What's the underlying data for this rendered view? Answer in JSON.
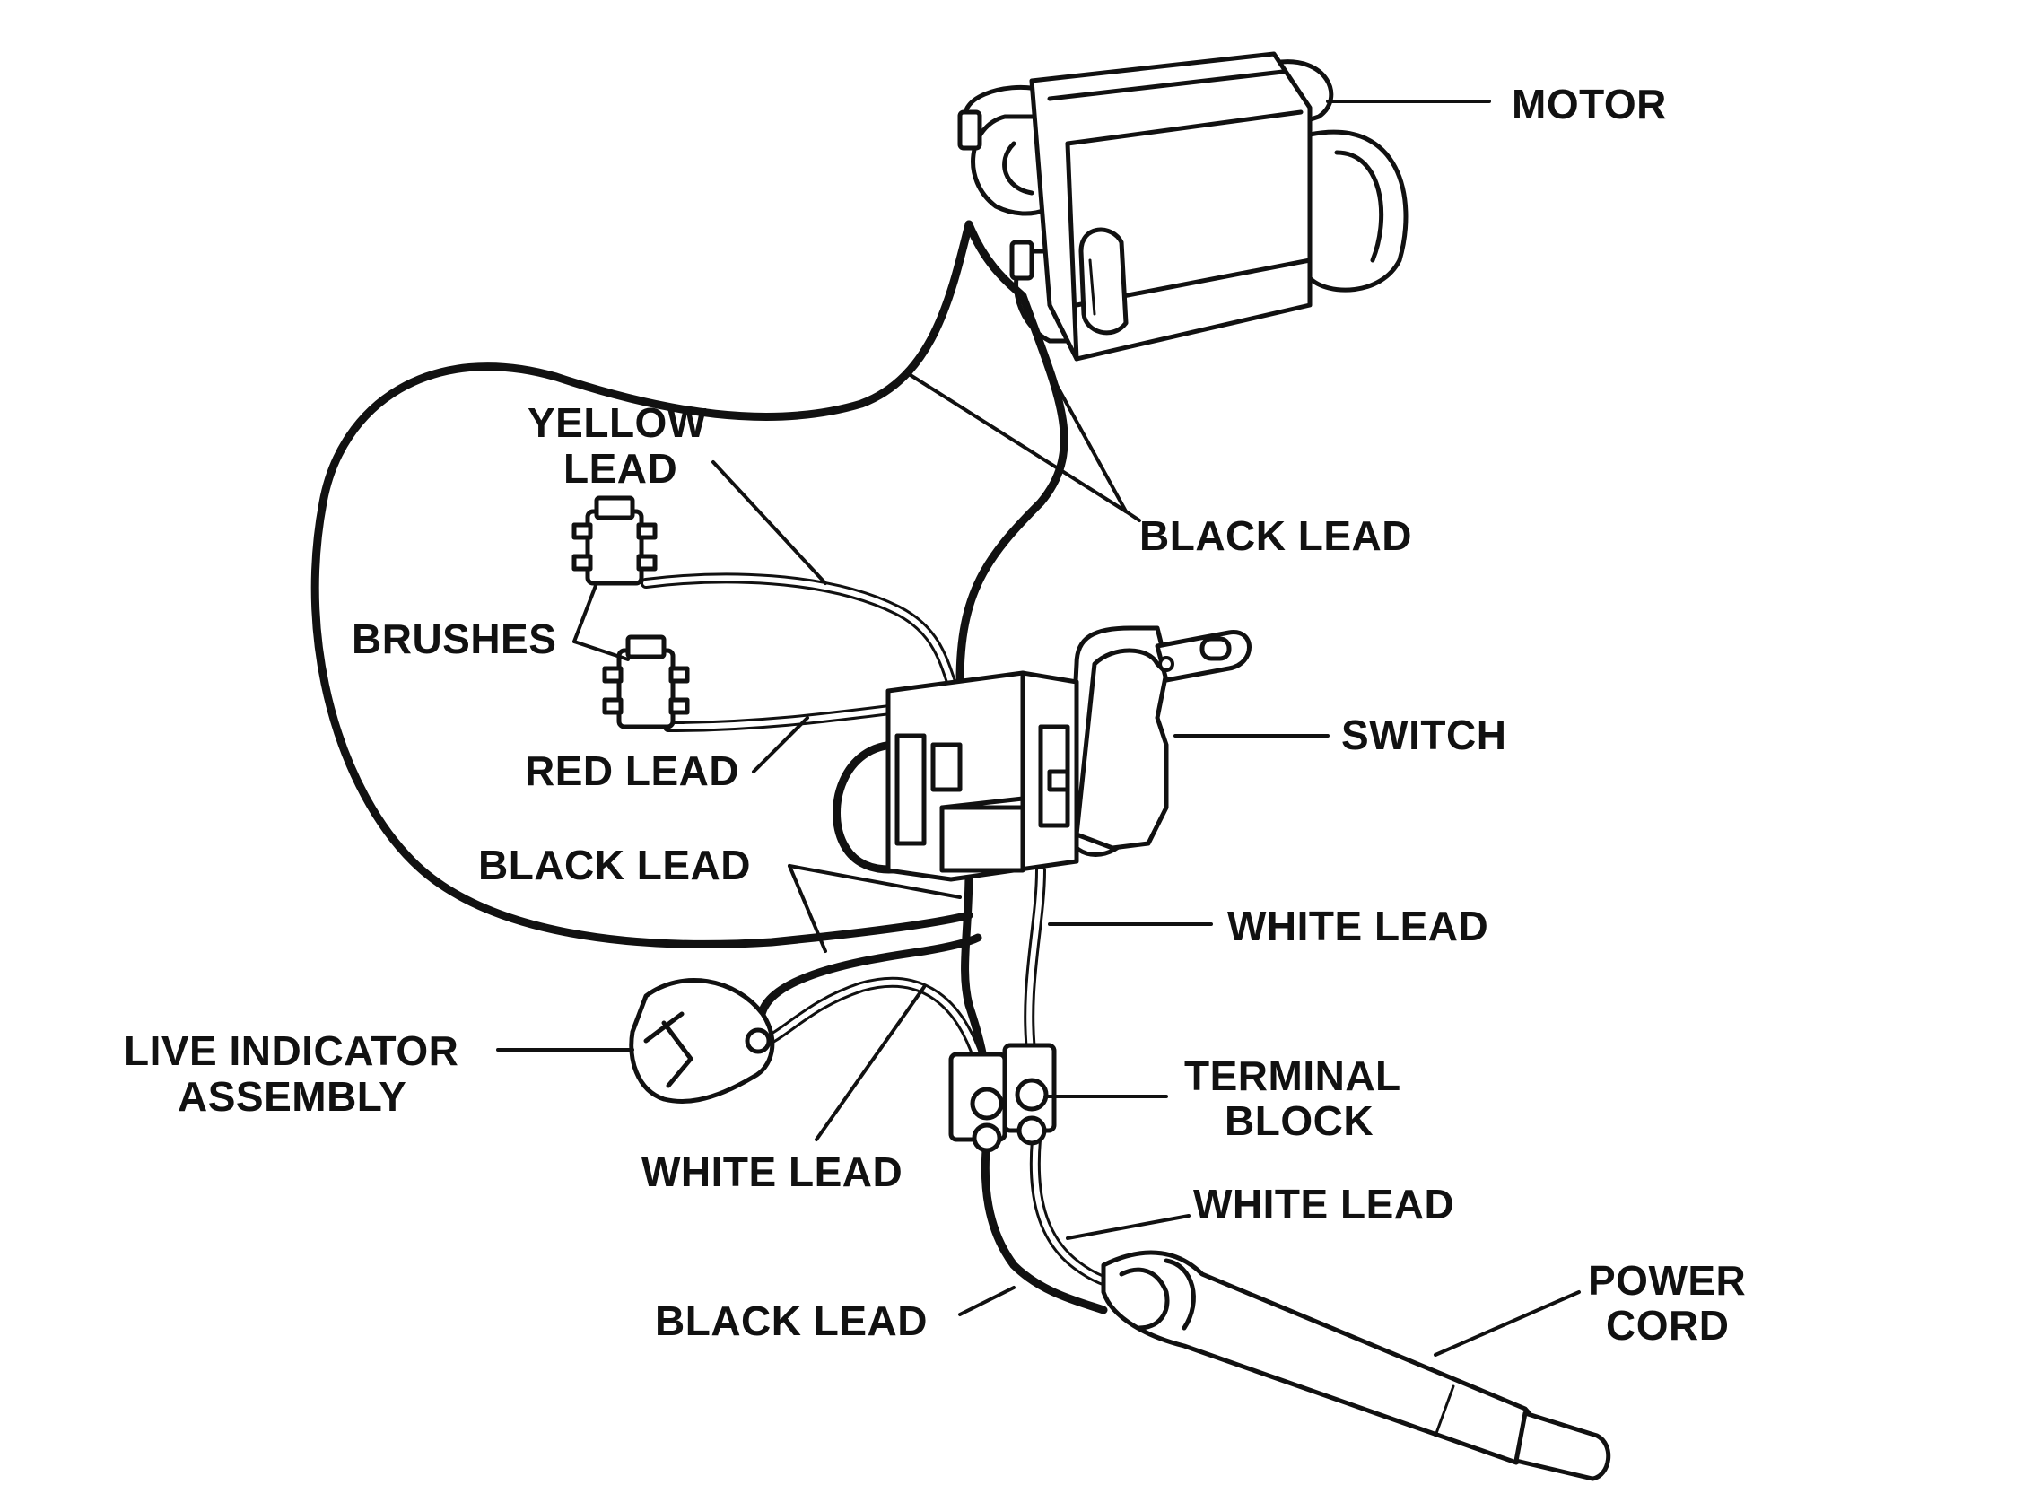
{
  "labels": {
    "motor": "MOTOR",
    "yellow_lead_1": "YELLOW",
    "yellow_lead_2": "LEAD",
    "black_lead_top": "BLACK LEAD",
    "brushes": "BRUSHES",
    "switch": "SWITCH",
    "red_lead": "RED LEAD",
    "black_lead_mid": "BLACK LEAD",
    "white_lead_right": "WHITE LEAD",
    "live_indicator_1": "LIVE INDICATOR",
    "live_indicator_2": "ASSEMBLY",
    "terminal_block_1": "TERMINAL",
    "terminal_block_2": "BLOCK",
    "white_lead_left": "WHITE LEAD",
    "white_lead_cord": "WHITE LEAD",
    "power_cord_1": "POWER",
    "power_cord_2": "CORD",
    "black_lead_bottom": "BLACK LEAD"
  },
  "colors": {
    "ink": "#111111",
    "background": "#ffffff"
  }
}
